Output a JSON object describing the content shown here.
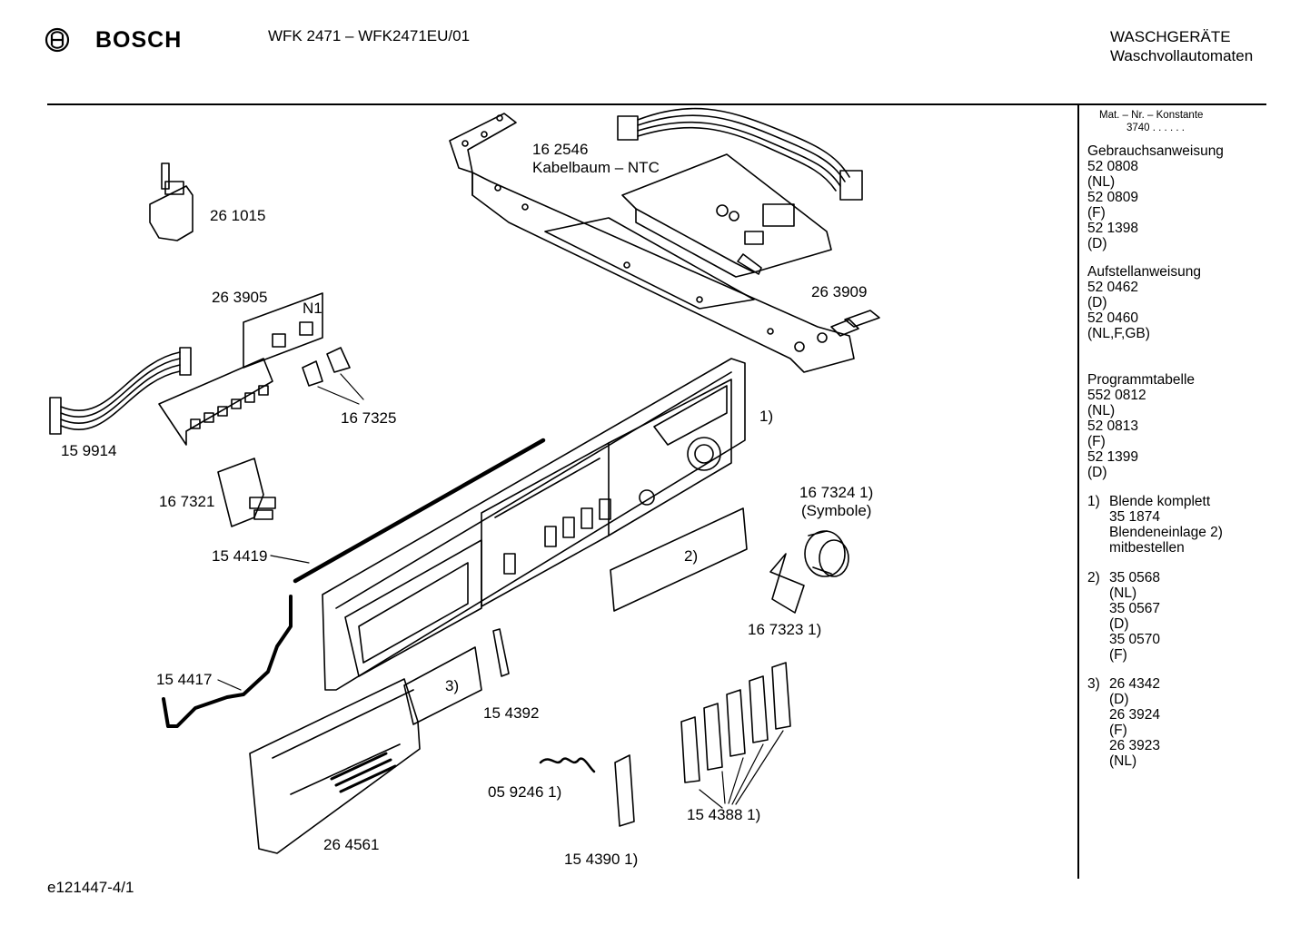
{
  "header": {
    "brand": "BOSCH",
    "model": "WFK 2471 – WFK2471EU/01",
    "category_line1": "WASCHGERÄTE",
    "category_line2": "Waschvollautomaten"
  },
  "sidebar": {
    "mat_title": "Mat. – Nr. – Konstante",
    "mat_value": "3740 . . . . . .",
    "sections": [
      {
        "title": "Gebrauchsanweisung",
        "lines": [
          "52 0808",
          "(NL)",
          "52 0809",
          "(F)",
          "52 1398",
          "(D)"
        ]
      },
      {
        "title": "Aufstellanweisung",
        "lines": [
          "52 0462",
          "(D)",
          "52 0460",
          "(NL,F,GB)"
        ]
      },
      {
        "title": "Programmtabelle",
        "lines": [
          "552 0812",
          "(NL)",
          "52 0813",
          "(F)",
          "52 1399",
          "(D)"
        ]
      }
    ],
    "notes": [
      {
        "num": "1)",
        "lines": [
          "Blende komplett",
          "35 1874",
          "Blendeneinlage 2)",
          "mitbestellen"
        ]
      },
      {
        "num": "2)",
        "lines": [
          "35 0568",
          "(NL)",
          "35 0567",
          "(D)",
          "35 0570",
          "(F)"
        ]
      },
      {
        "num": "3)",
        "lines": [
          "26 4342",
          "(D)",
          "26 3924",
          "(F)",
          "26 3923",
          "(NL)"
        ]
      }
    ]
  },
  "labels": {
    "p162546": "16 2546",
    "kabelbaum": "Kabelbaum – NTC",
    "p261015": "26 1015",
    "p263905": "26 3905",
    "n1": "N1",
    "p263909": "26 3909",
    "p167325": "16 7325",
    "p159914": "15 9914",
    "p167321": "16 7321",
    "ref1": "1)",
    "p167324": "16 7324 1)",
    "symbole": "(Symbole)",
    "p154419": "15 4419",
    "ref2": "2)",
    "p167323": "16 7323 1)",
    "p154417": "15 4417",
    "ref3": "3)",
    "p154392": "15 4392",
    "p059246": "05 9246 1)",
    "p154388": "15 4388 1)",
    "p264561": "26 4561",
    "p154390": "15 4390 1)"
  },
  "footer": {
    "code": "e121447-4/1"
  }
}
